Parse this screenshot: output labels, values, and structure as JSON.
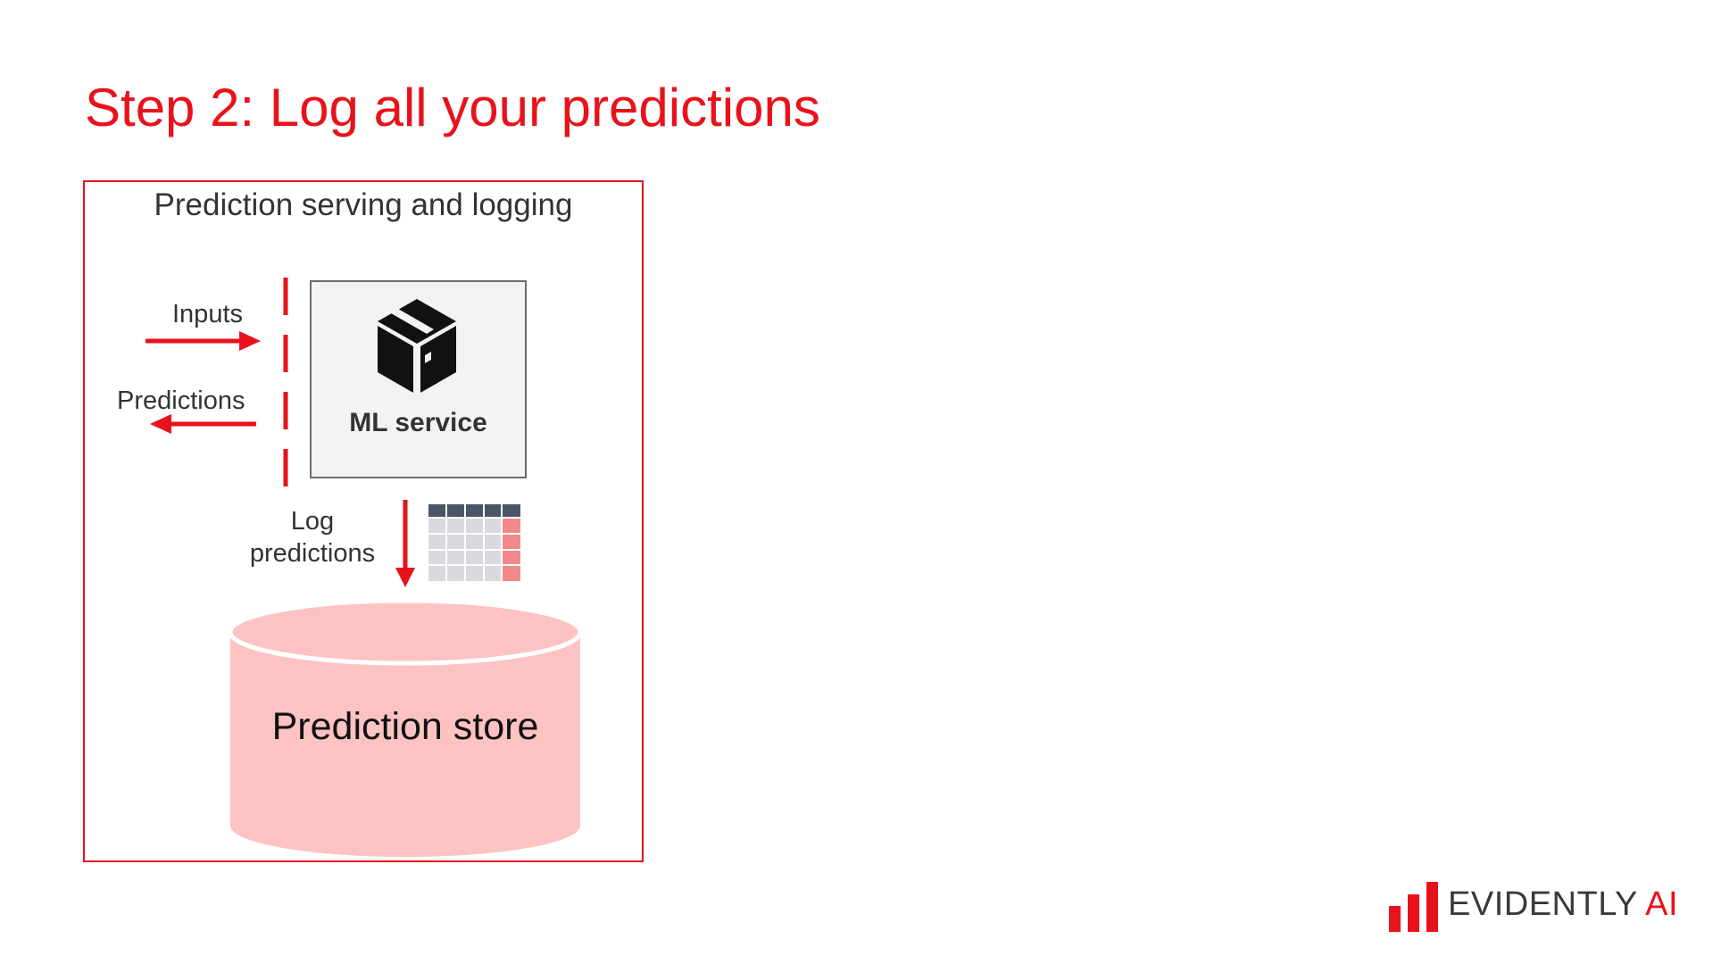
{
  "slide": {
    "title": "Step 2: Log all your predictions"
  },
  "diagram": {
    "frame_title": "Prediction serving and logging",
    "inputs_label": "Inputs",
    "predictions_label": "Predictions",
    "ml_service_label": "ML service",
    "log_label_line1": "Log",
    "log_label_line2": "predictions",
    "store_label": "Prediction store",
    "icons": [
      "box-icon",
      "table-icon",
      "database-icon"
    ],
    "colors": {
      "accent": "#e8121b",
      "store_fill": "#fdc3c3",
      "table_header": "#4a5568",
      "table_cell": "#d9dadd",
      "table_highlight": "#f28a8a",
      "ml_box_fill": "#f3f3f3"
    }
  },
  "logo": {
    "brand_word": "EVIDENTLY",
    "brand_suffix": "AI"
  }
}
